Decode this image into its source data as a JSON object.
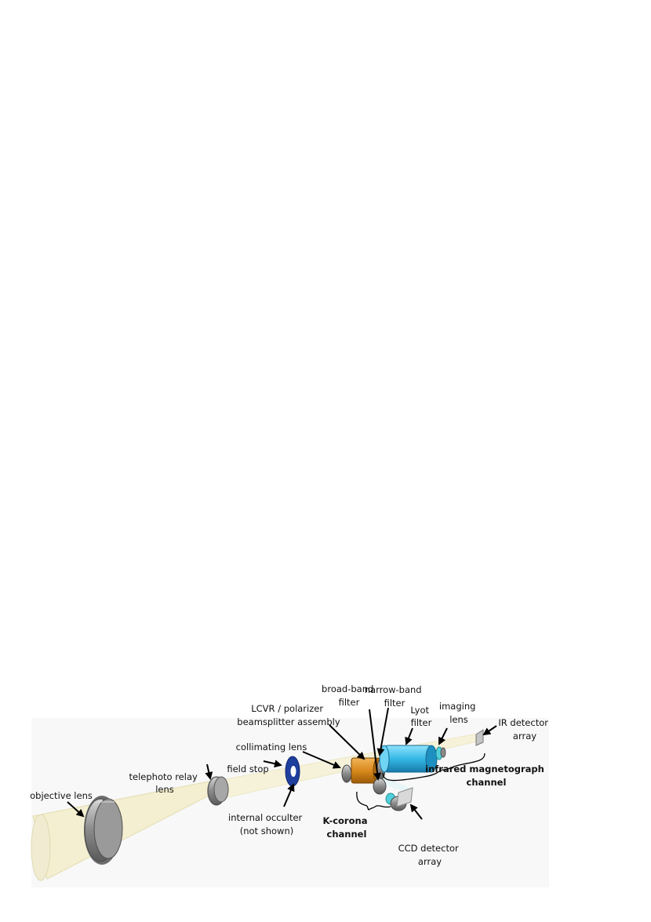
{
  "labels": {
    "objective_lens": [
      "objective lens"
    ],
    "telephoto_relay_lens": [
      "telephoto relay",
      "lens"
    ],
    "field_stop": [
      "field stop"
    ],
    "internal_occulter": [
      "internal occulter",
      "(not shown)"
    ],
    "collimating_lens": [
      "collimating lens"
    ],
    "lcvr_polarizer": [
      "LCVR / polarizer",
      "beamsplitter assembly"
    ],
    "broad_band_filter": [
      "broad-band",
      "filter"
    ],
    "narrow_band_filter": [
      "narrow-band",
      "filter"
    ],
    "lyot_filter": [
      "Lyot",
      "filter"
    ],
    "imaging_lens": [
      "imaging",
      "lens"
    ],
    "ir_detector_array": [
      "IR detector",
      "array"
    ],
    "infrared_magnetograph_channel": [
      "infrared magnetograph",
      "channel"
    ],
    "k_corona_channel": [
      "K-corona",
      "channel"
    ],
    "ccd_detector_array": [
      "CCD detector",
      "array"
    ]
  },
  "colors": {
    "beam": "#f4efd0",
    "lens_gray": "#8e8e8e",
    "field_stop_blue": "#1f3f9e",
    "lcvr_orange": "#d98a1c",
    "lyot_cyan": "#35b8e6",
    "arrow": "#000000"
  }
}
